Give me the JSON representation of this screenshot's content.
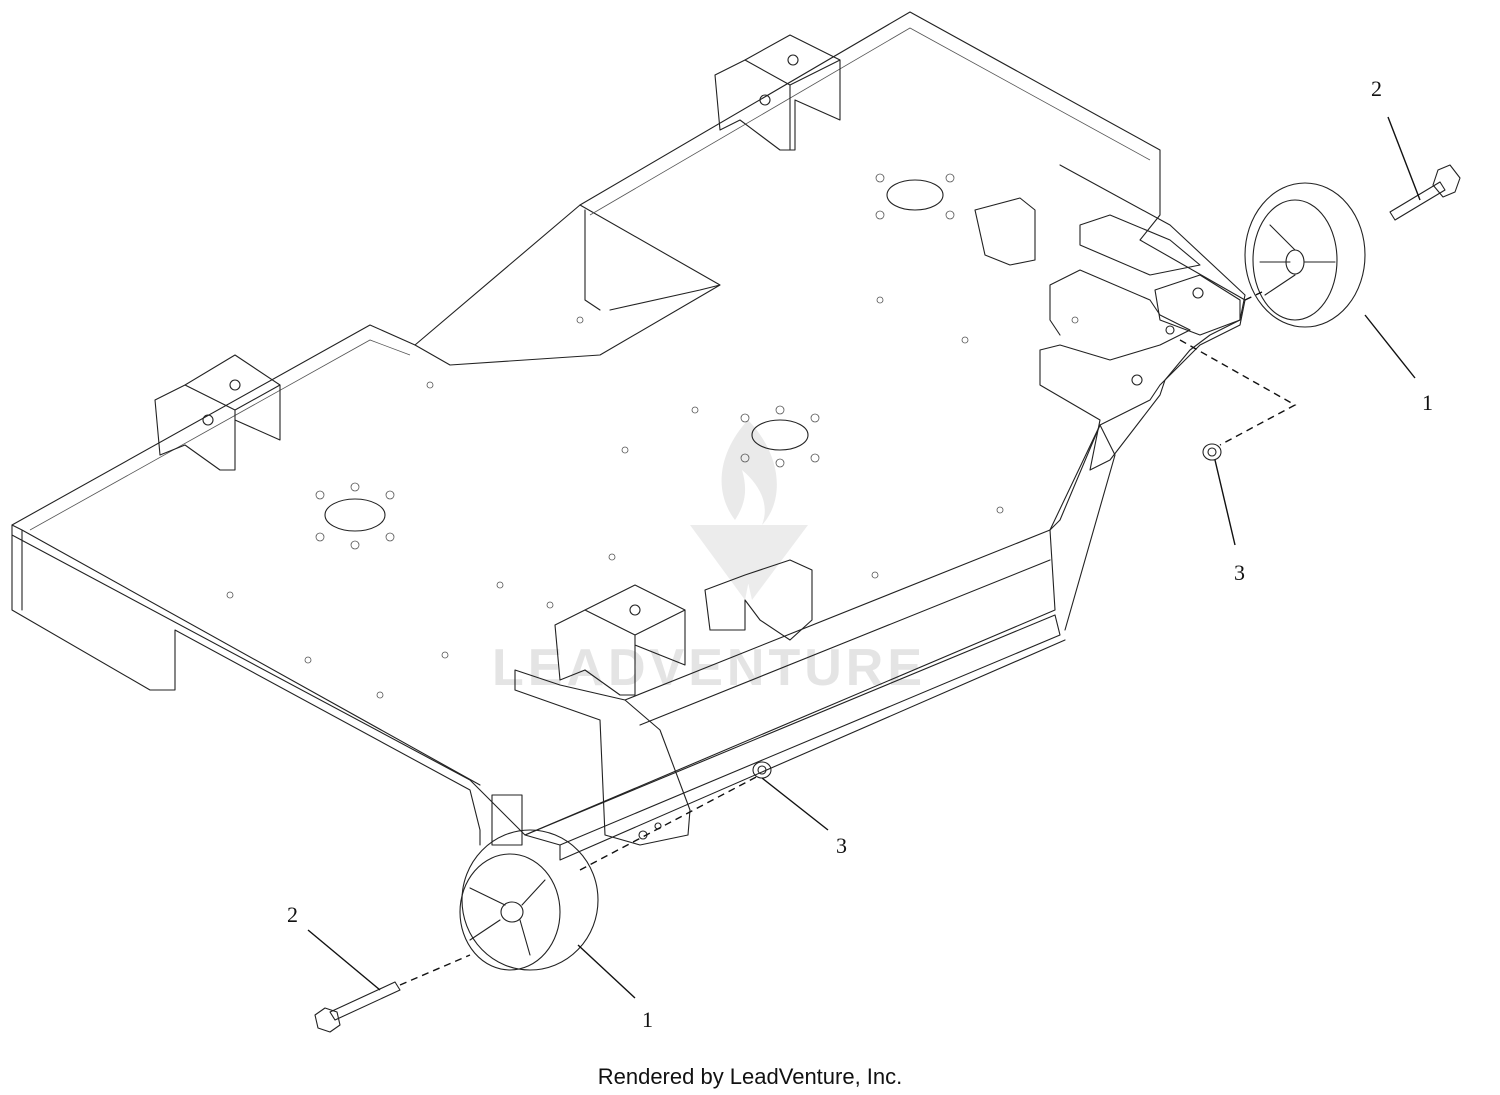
{
  "watermark": {
    "text": "LEADVENTURE",
    "color": "#e4e4e4"
  },
  "credit": "Rendered by LeadVenture, Inc.",
  "callouts": [
    {
      "id": "c1",
      "text": "2"
    },
    {
      "id": "c2",
      "text": "1"
    },
    {
      "id": "c3",
      "text": "3"
    },
    {
      "id": "c4",
      "text": "3"
    },
    {
      "id": "c5",
      "text": "2"
    },
    {
      "id": "c6",
      "text": "1"
    }
  ],
  "colors": {
    "line": "#222222",
    "background": "#ffffff"
  }
}
